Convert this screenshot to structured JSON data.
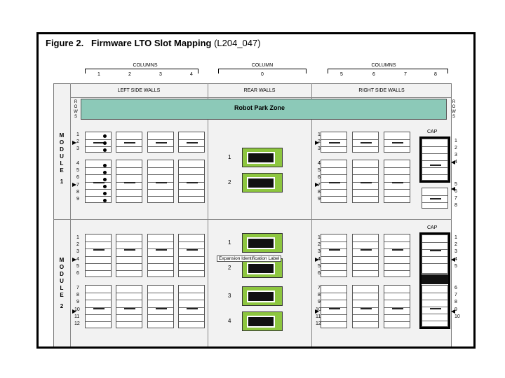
{
  "figure": {
    "label": "Figure 2.",
    "title": "Firmware LTO Slot Mapping",
    "ref": "(L204_047)"
  },
  "columns_header": {
    "left": "COLUMNS",
    "center": "COLUMN",
    "right": "COLUMNS",
    "left_nums": [
      "1",
      "2",
      "3",
      "4"
    ],
    "center_nums": [
      "0"
    ],
    "right_nums": [
      "5",
      "6",
      "7",
      "8"
    ]
  },
  "sections": {
    "left": "LEFT SIDE WALLS",
    "center": "REAR WALLS",
    "right": "RIGHT SIDE WALLS"
  },
  "park_zone": "Robot Park Zone",
  "rows_label": "ROWS",
  "modules": [
    {
      "label": "MODULE",
      "number": "1"
    },
    {
      "label": "MODULE",
      "number": "2"
    }
  ],
  "cap_label": "CAP",
  "expansion_label": "Expansion Identification Label",
  "module1_left_rows": [
    "1",
    "2",
    "3",
    "4",
    "5",
    "6",
    "7",
    "8",
    "9"
  ],
  "module1_right_rows": [
    "1",
    "2",
    "3",
    "4",
    "5",
    "6",
    "7",
    "8"
  ],
  "module2_rows": [
    "1",
    "2",
    "3",
    "4",
    "5",
    "6",
    "7",
    "8",
    "9",
    "10",
    "11",
    "12"
  ],
  "module2_cap_rows": [
    "1",
    "2",
    "3",
    "4",
    "5",
    "6",
    "7",
    "8",
    "9",
    "10"
  ],
  "module1_drives": [
    "1",
    "2"
  ],
  "module2_drives": [
    "1",
    "2",
    "3",
    "4"
  ],
  "colors": {
    "park_zone": "#8cc9b8",
    "drive": "#8dc63f",
    "panel_bg": "#f2f2f2"
  }
}
